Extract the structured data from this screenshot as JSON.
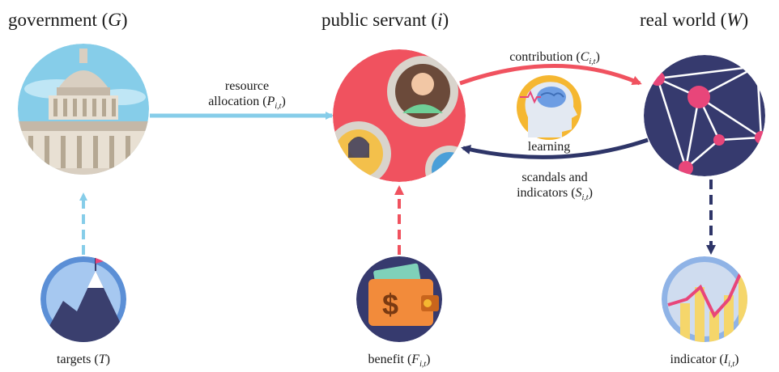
{
  "nodes": {
    "government": {
      "title": "government",
      "symbol": "G"
    },
    "servant": {
      "title": "public servant",
      "symbol": "i"
    },
    "world": {
      "title": "real world",
      "symbol": "W"
    }
  },
  "inputs": {
    "targets": {
      "label": "targets",
      "symbol": "T"
    },
    "benefit": {
      "label": "benefit",
      "symbol": "F",
      "sub": "i,t"
    },
    "indicator": {
      "label": "indicator",
      "symbol": "I",
      "sub": "i,t"
    }
  },
  "edges": {
    "resource": {
      "line1": "resource",
      "line2": "allocation",
      "symbol": "P",
      "sub": "i,t"
    },
    "contribution": {
      "label": "contribution",
      "symbol": "C",
      "sub": "i,t"
    },
    "learning": {
      "label": "learning"
    },
    "scandals": {
      "line1": "scandals and",
      "line2": "indicators",
      "symbol": "S",
      "sub": "i,t"
    }
  },
  "colors": {
    "blue_arrow": "#86cde9",
    "red_arrow": "#f0525f",
    "navy_arrow": "#2e3568"
  },
  "icons": [
    "capitol-icon",
    "gears-people-icon",
    "network-icon",
    "mountain-flag-icon",
    "wallet-dollar-icon",
    "rising-chart-icon",
    "brain-head-icon"
  ]
}
